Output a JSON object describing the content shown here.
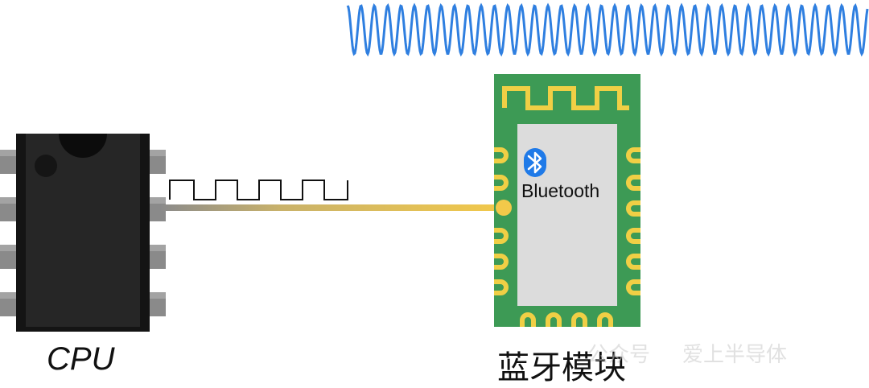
{
  "diagram": {
    "cpu_label": "CPU",
    "module_label": "蓝牙模块",
    "bluetooth_text": "Bluetooth",
    "watermark": {
      "left": "公众号",
      "right": "爱上半导体"
    },
    "colors": {
      "chip_body": "#1f1f1f",
      "chip_pin": "#8a8a8a",
      "pcb_green": "#3d9a55",
      "pcb_gold": "#f0cf45",
      "module_plate": "#dcdcdc",
      "rf_wave": "#2f7fe0",
      "bluetooth_blue": "#1f7ae8",
      "signal_line_start": "#8b8b8b",
      "signal_line_end": "#f3c94a"
    },
    "icons": [
      "bluetooth-icon",
      "square-wave",
      "rf-wave",
      "cpu-chip",
      "bluetooth-module"
    ]
  }
}
